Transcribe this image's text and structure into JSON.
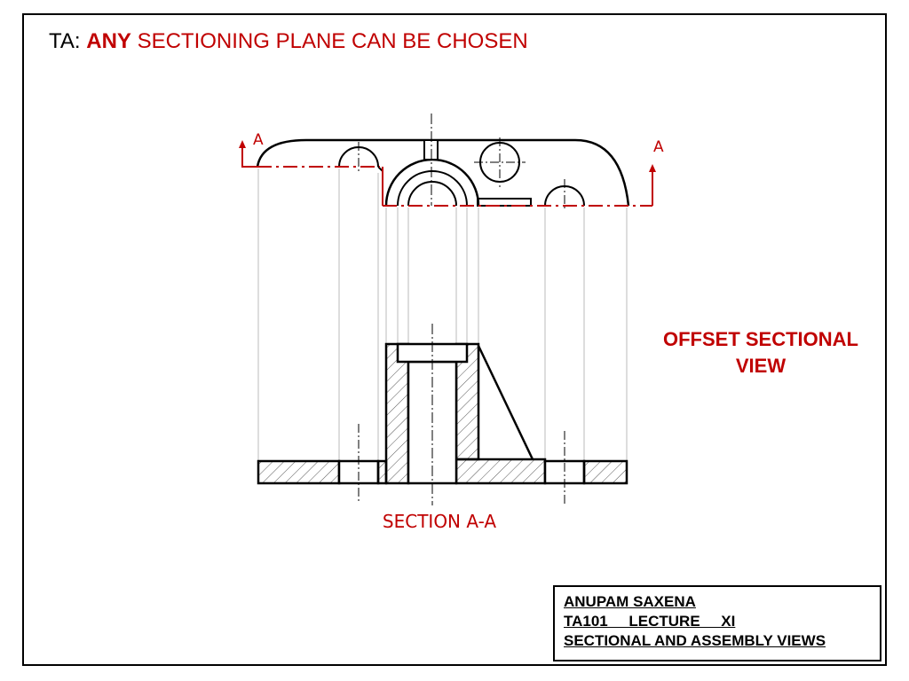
{
  "title": {
    "prefix": "TA: ",
    "emphasis": "ANY",
    "rest": " SECTIONING PLANE CAN BE CHOSEN"
  },
  "side_note": {
    "line1": "OFFSET SECTIONAL",
    "line2": "VIEW"
  },
  "section_caption": "SECTION A-A",
  "cutting_plane": {
    "left_label": "A",
    "right_label": "A"
  },
  "title_block": {
    "author": "ANUPAM SAXENA",
    "course": "TA101     LECTURE     XI",
    "topic": "SECTIONAL AND ASSEMBLY VIEWS"
  },
  "colors": {
    "accent": "#c00000",
    "line": "#000000",
    "projection": "#bbbbbb",
    "hatch": "#555555"
  }
}
